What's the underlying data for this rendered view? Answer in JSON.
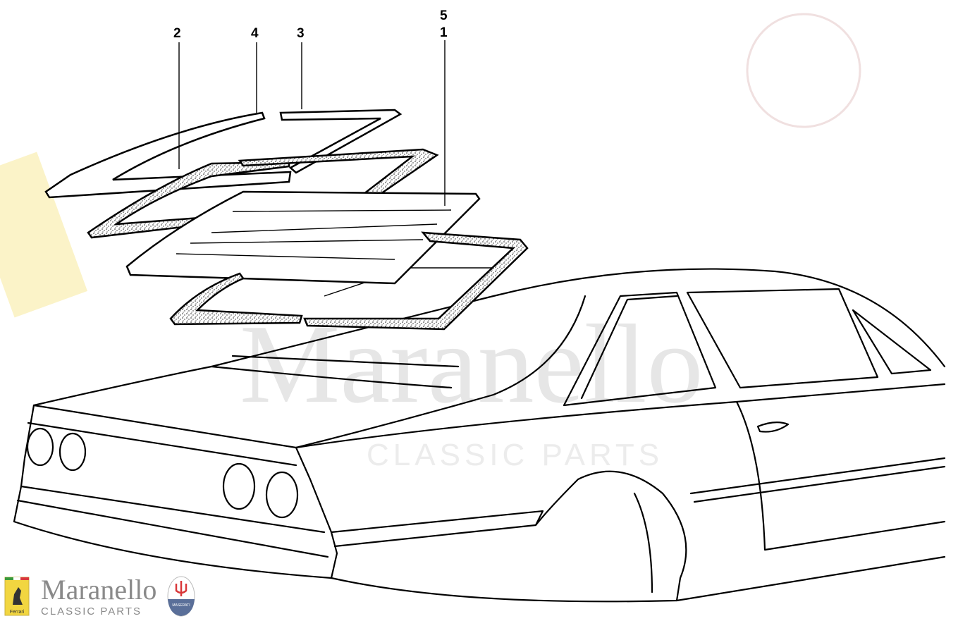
{
  "watermark": {
    "brand": "Maranello",
    "sub": "CLASSIC PARTS"
  },
  "callouts": [
    {
      "id": "2",
      "label": "2"
    },
    {
      "id": "4",
      "label": "4"
    },
    {
      "id": "3",
      "label": "3"
    },
    {
      "id": "5",
      "label": "5"
    },
    {
      "id": "1",
      "label": "1"
    }
  ],
  "logo": {
    "brand": "Maranello",
    "sub": "CLASSIC PARTS",
    "ferrari_badge_text": "Ferrari",
    "maserati_badge_text": "MASERATI"
  },
  "colors": {
    "ferrari_yellow": "#f2d640",
    "maserati_red": "#d9383a",
    "maserati_blue": "#5a6f99",
    "logo_grey": "#8a8a8a"
  }
}
